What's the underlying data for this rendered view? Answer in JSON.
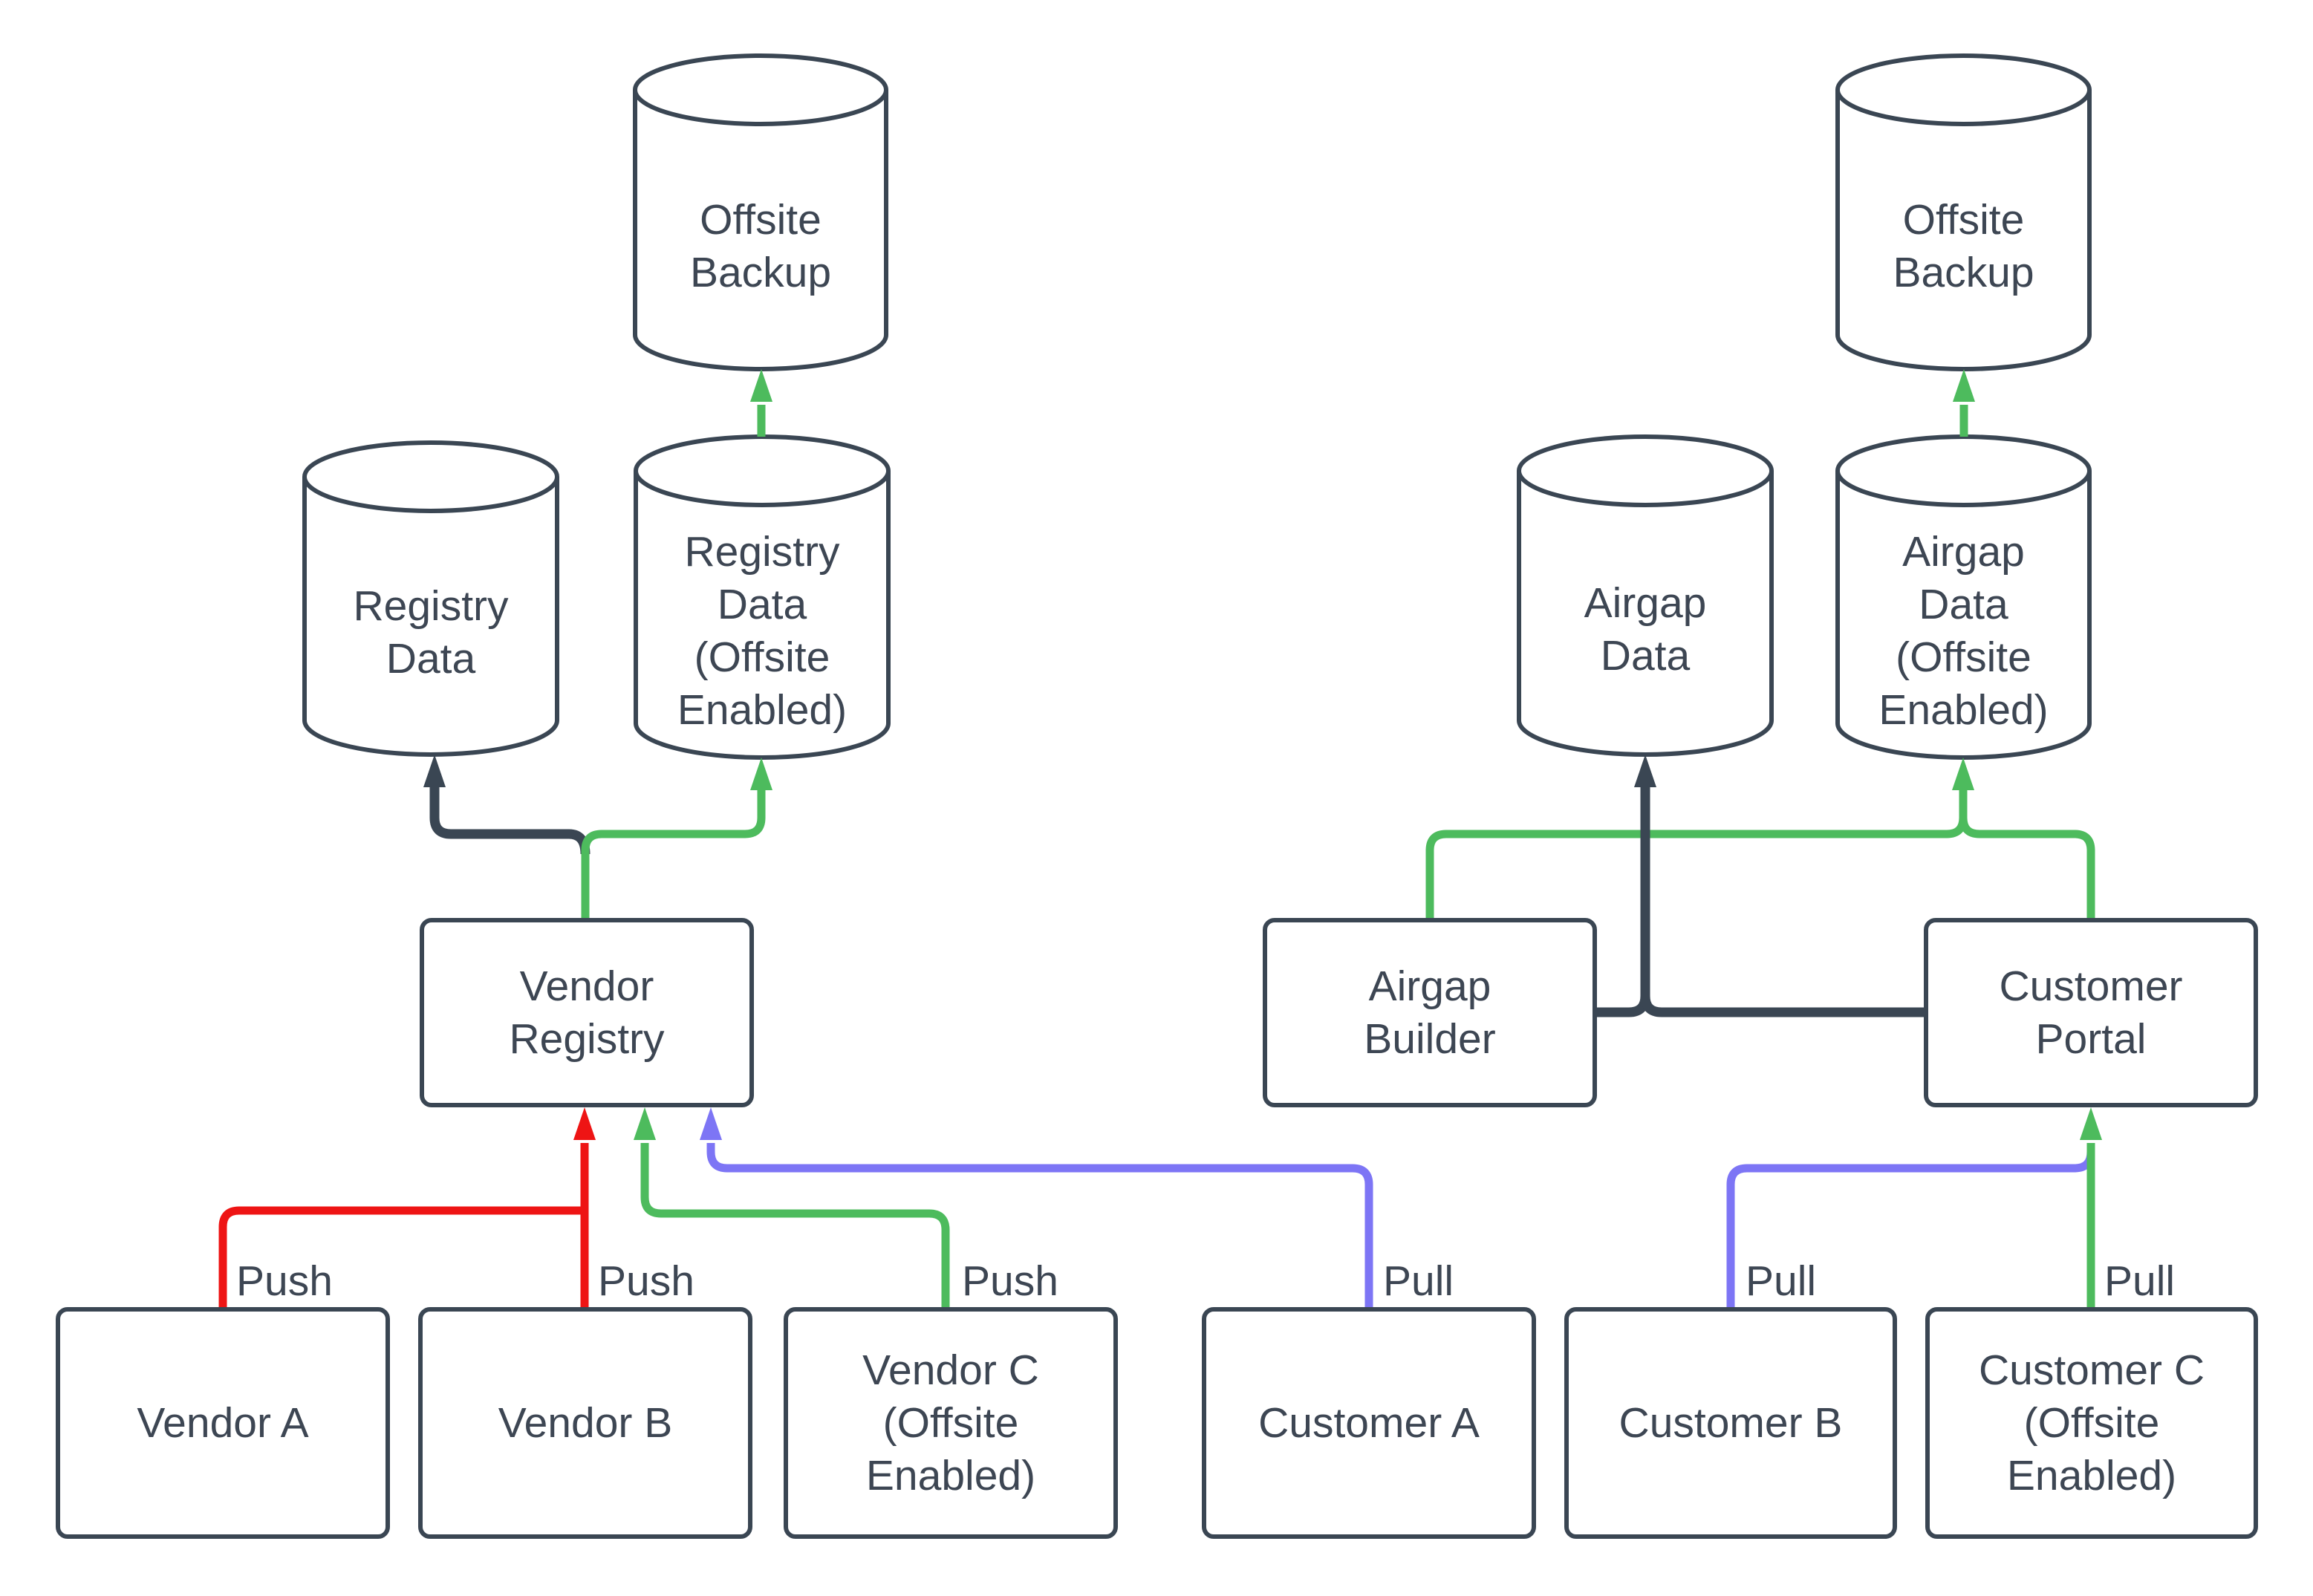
{
  "colors": {
    "outline_dark": "#3a4653",
    "text": "#3d4653",
    "edge_green": "#4dbb5d",
    "edge_red": "#ee1414",
    "edge_blue": "#7d75f5",
    "background": "#ffffff"
  },
  "nodes": {
    "offsite_backup_left": {
      "label": "Offsite\nBackup",
      "shape": "cylinder"
    },
    "registry_data": {
      "label": "Registry\nData",
      "shape": "cylinder"
    },
    "registry_data_offsite": {
      "label": "Registry\nData\n(Offsite\nEnabled)",
      "shape": "cylinder"
    },
    "vendor_registry": {
      "label": "Vendor\nRegistry",
      "shape": "box"
    },
    "vendor_a": {
      "label": "Vendor A",
      "shape": "box"
    },
    "vendor_b": {
      "label": "Vendor B",
      "shape": "box"
    },
    "vendor_c": {
      "label": "Vendor C\n(Offsite\nEnabled)",
      "shape": "box"
    },
    "offsite_backup_right": {
      "label": "Offsite\nBackup",
      "shape": "cylinder"
    },
    "airgap_data": {
      "label": "Airgap\nData",
      "shape": "cylinder"
    },
    "airgap_data_offsite": {
      "label": "Airgap\nData\n(Offsite\nEnabled)",
      "shape": "cylinder"
    },
    "airgap_builder": {
      "label": "Airgap\nBuilder",
      "shape": "box"
    },
    "customer_portal": {
      "label": "Customer\nPortal",
      "shape": "box"
    },
    "customer_a": {
      "label": "Customer A",
      "shape": "box"
    },
    "customer_b": {
      "label": "Customer B",
      "shape": "box"
    },
    "customer_c": {
      "label": "Customer C\n(Offsite\nEnabled)",
      "shape": "box"
    }
  },
  "edge_labels": {
    "push_a": "Push",
    "push_b": "Push",
    "push_c": "Push",
    "pull_a": "Pull",
    "pull_b": "Pull",
    "pull_c": "Pull"
  },
  "edges": [
    {
      "from": "Vendor A",
      "to": "Vendor Registry",
      "label": "Push",
      "color": "red"
    },
    {
      "from": "Vendor B",
      "to": "Vendor Registry",
      "label": "Push",
      "color": "red"
    },
    {
      "from": "Vendor C (Offsite Enabled)",
      "to": "Vendor Registry",
      "label": "Push",
      "color": "green"
    },
    {
      "from": "Customer A",
      "to": "Vendor Registry",
      "label": "Pull",
      "color": "blue"
    },
    {
      "from": "Customer B",
      "to": "Customer Portal",
      "label": "Pull",
      "color": "blue"
    },
    {
      "from": "Customer C (Offsite Enabled)",
      "to": "Customer Portal",
      "label": "Pull",
      "color": "green"
    },
    {
      "from": "Vendor Registry",
      "to": "Registry Data",
      "color": "dark"
    },
    {
      "from": "Vendor Registry",
      "to": "Registry Data (Offsite Enabled)",
      "color": "green"
    },
    {
      "from": "Registry Data (Offsite Enabled)",
      "to": "Offsite Backup",
      "color": "green"
    },
    {
      "from": "Airgap Builder",
      "to": "Airgap Data",
      "color": "dark"
    },
    {
      "from": "Customer Portal",
      "to": "Airgap Data",
      "color": "dark"
    },
    {
      "from": "Airgap Builder",
      "to": "Airgap Data (Offsite Enabled)",
      "color": "green"
    },
    {
      "from": "Customer Portal",
      "to": "Airgap Data (Offsite Enabled)",
      "color": "green"
    },
    {
      "from": "Airgap Data (Offsite Enabled)",
      "to": "Offsite Backup",
      "color": "green"
    }
  ]
}
